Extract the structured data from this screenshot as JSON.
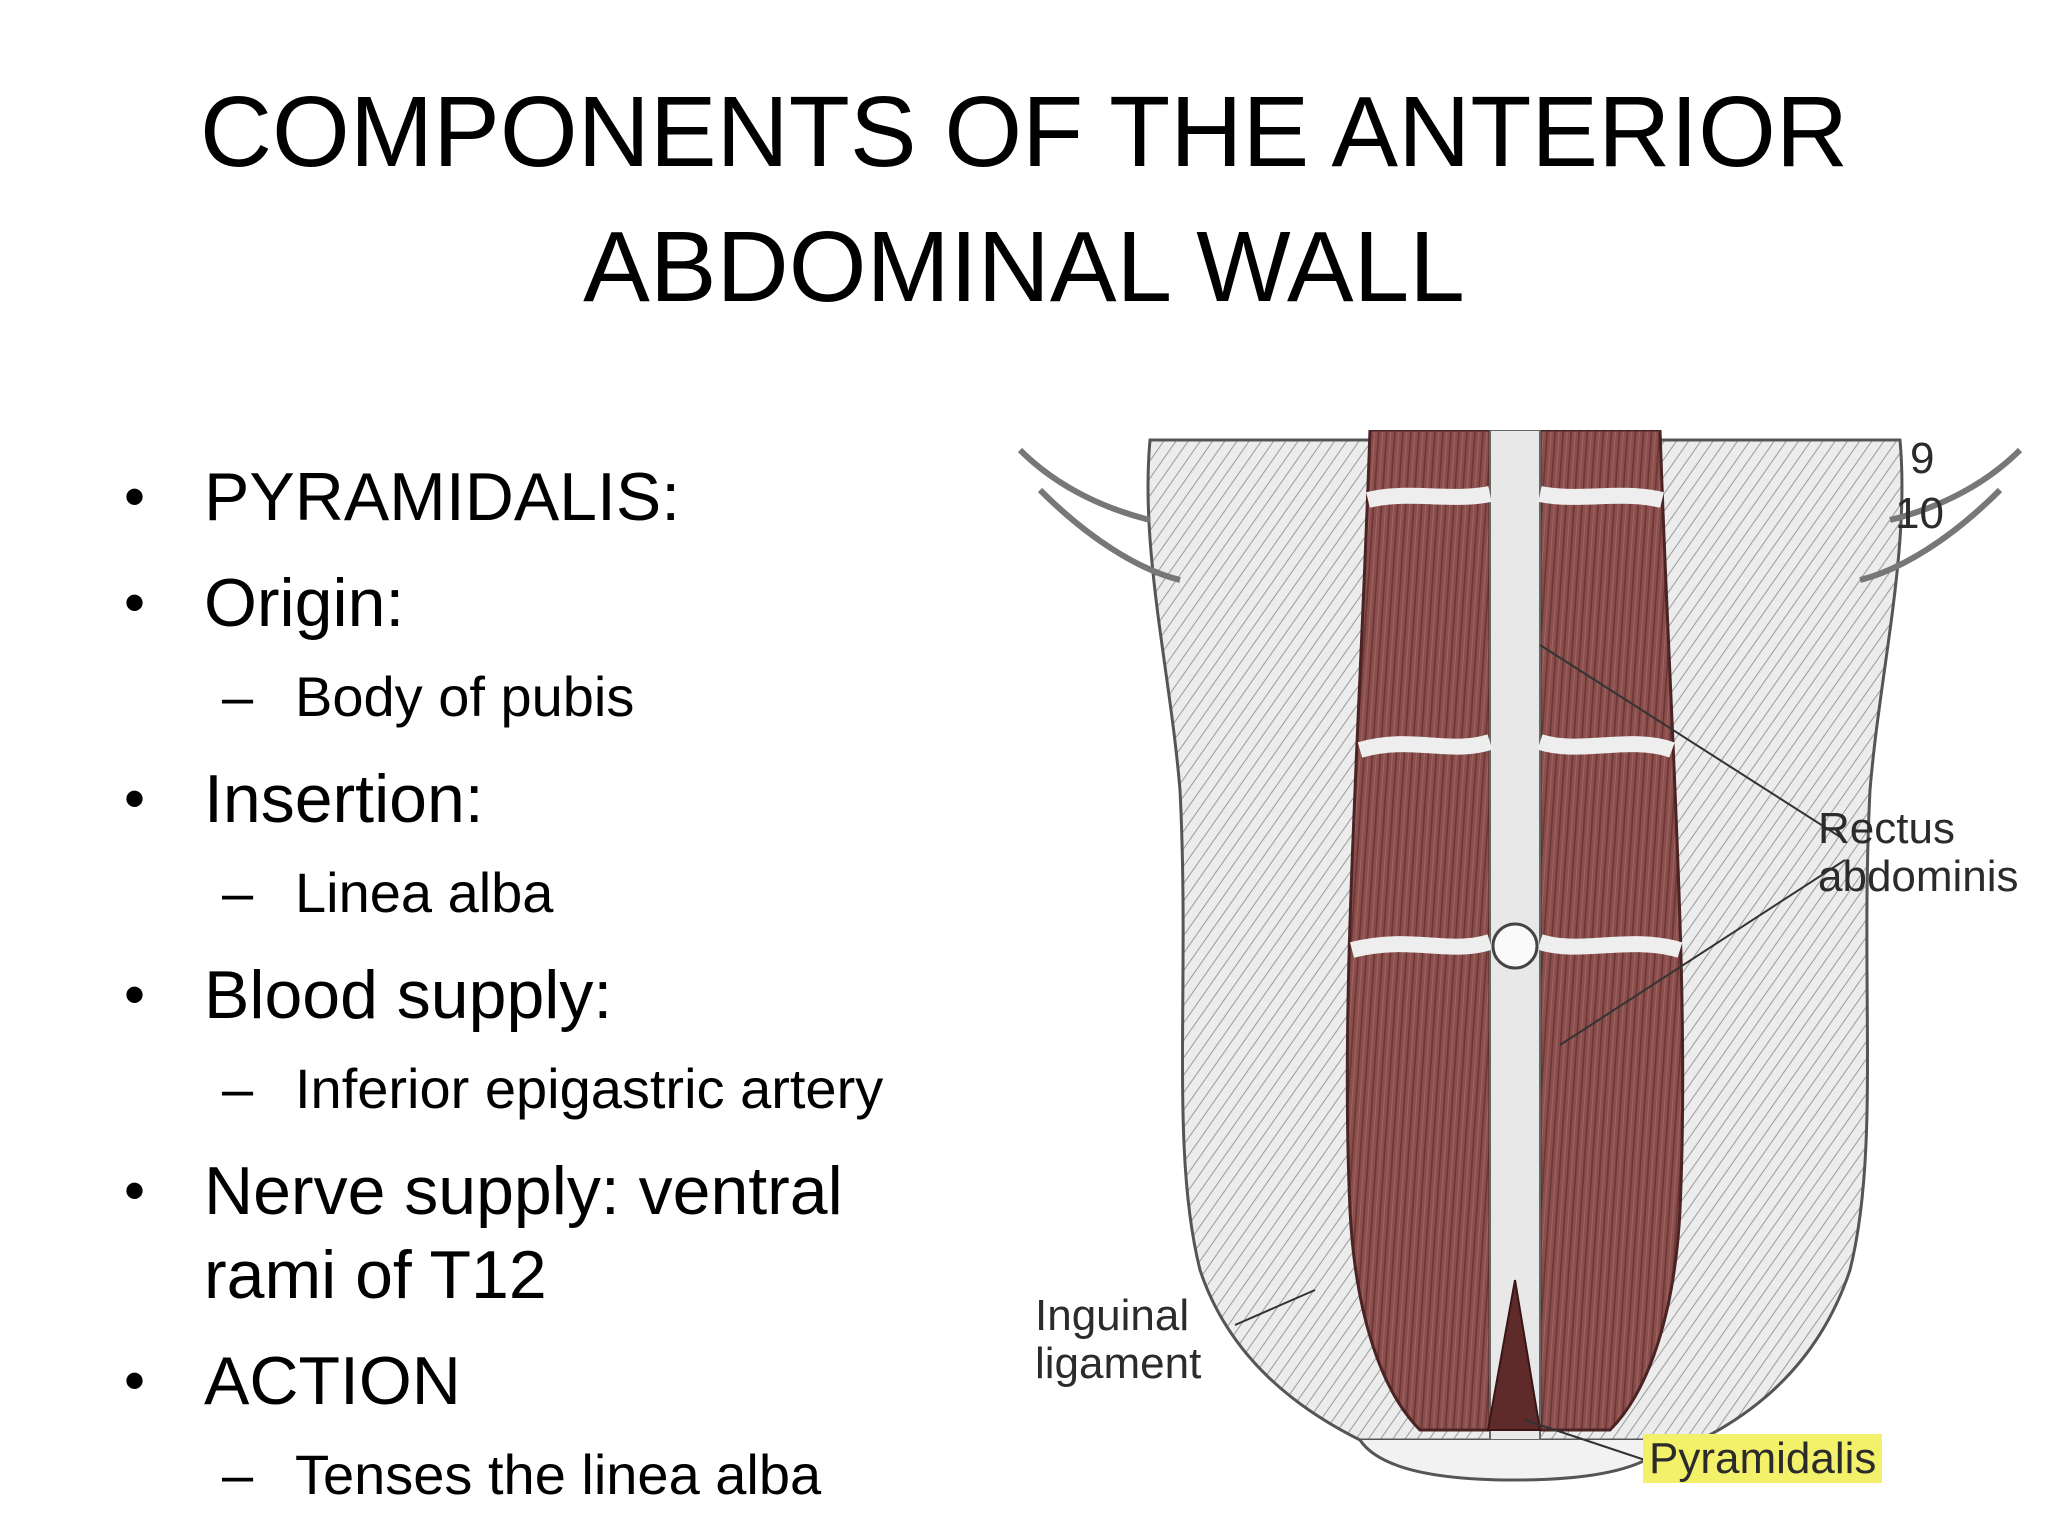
{
  "title": {
    "line1": "COMPONENTS OF THE ANTERIOR",
    "line2": "ABDOMINAL WALL"
  },
  "bullets": [
    {
      "label": "PYRAMIDALIS:"
    },
    {
      "label": "Origin:",
      "sub": "Body of pubis"
    },
    {
      "label": "Insertion:",
      "sub": "Linea alba"
    },
    {
      "label": "Blood supply:",
      "sub": "Inferior epigastric artery"
    },
    {
      "label_line1": "Nerve supply: ventral",
      "label_line2": "rami of T12"
    },
    {
      "label": "ACTION",
      "sub": "Tenses the linea alba"
    }
  ],
  "symbols": {
    "bullet": "•",
    "dash": "–"
  },
  "figure_labels": {
    "rib_9": "9",
    "rib_10": "10",
    "rectus_line1": "Rectus",
    "rectus_line2": "abdominis",
    "inguinal_line1": "Inguinal",
    "inguinal_line2": "ligament",
    "pyramidalis": "Pyramidalis"
  },
  "colors": {
    "muscle": "#8a4f4c",
    "muscle_dark": "#5e2a2a",
    "sheath": "#d9d9d9",
    "highlight": "#f3f06a"
  }
}
